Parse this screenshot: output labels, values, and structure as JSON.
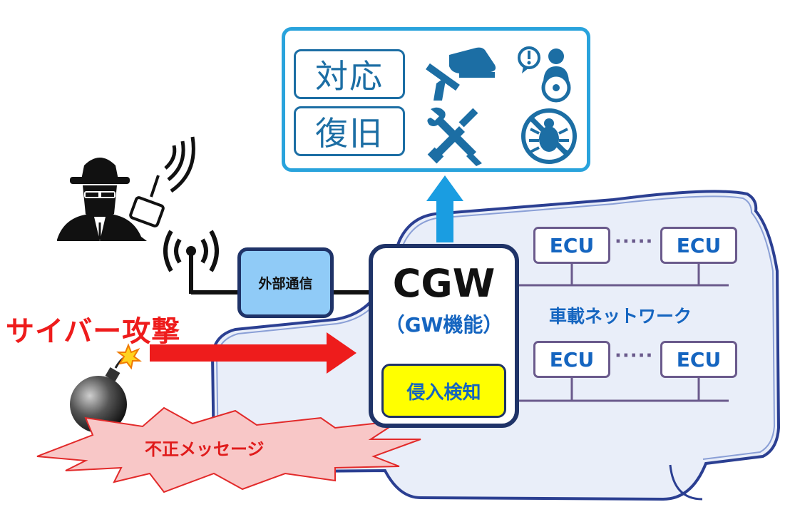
{
  "response_panel": {
    "respond_label": "対応",
    "recover_label": "復旧",
    "icons": [
      "brake-pedal-icon",
      "driver-alert-icon",
      "tools-icon",
      "no-bug-icon"
    ]
  },
  "attack": {
    "cyber_attack_label": "サイバー攻撃",
    "illegal_message_label": "不正メッセージ"
  },
  "external_comm": {
    "label": "外部通信"
  },
  "cgw": {
    "title": "CGW",
    "subtitle": "（GW機能）",
    "intrusion_detection_label": "侵入検知"
  },
  "network": {
    "label": "車載ネットワーク",
    "ecu_label": "ECU",
    "dots": "·····"
  },
  "colors": {
    "panel_border": "#29a3dc",
    "arrow_up": "#1a9de1",
    "attack_red": "#ee1c1c",
    "cgw_border": "#1f3368",
    "ids_fill": "#ffff00",
    "ecu_text": "#1565c0",
    "ecu_border": "#6a5a8c"
  }
}
